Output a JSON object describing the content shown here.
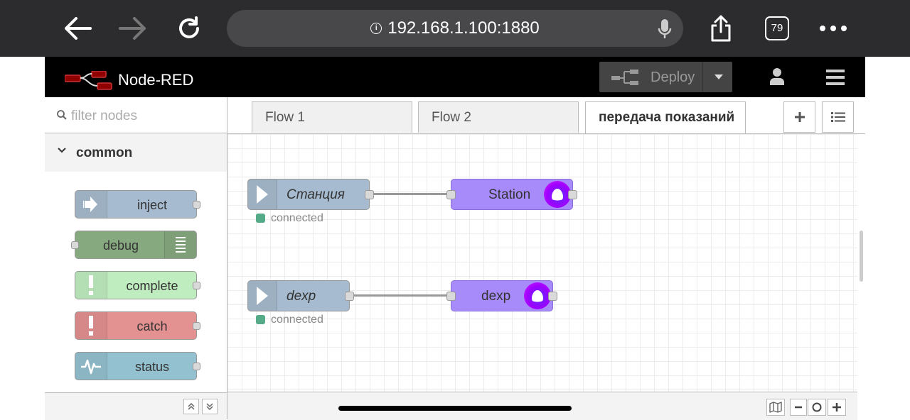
{
  "browser": {
    "url": "192.168.1.100:1880",
    "tab_count": "79"
  },
  "header": {
    "title": "Node-RED",
    "deploy_label": "Deploy"
  },
  "palette": {
    "filter_placeholder": "filter nodes",
    "category": "common",
    "nodes": [
      {
        "label": "inject",
        "color": "#a6bbcf"
      },
      {
        "label": "debug",
        "color": "#87a980"
      },
      {
        "label": "complete",
        "color": "#c0edc0"
      },
      {
        "label": "catch",
        "color": "#e49191"
      },
      {
        "label": "status",
        "color": "#94c1d0"
      }
    ]
  },
  "tabs": [
    {
      "label": "Flow 1",
      "active": false
    },
    {
      "label": "Flow 2",
      "active": false
    },
    {
      "label": "передача показаний",
      "active": true
    }
  ],
  "flow": {
    "nodes": [
      {
        "label": "Станция",
        "type": "input",
        "color": "#a6bbcf",
        "status": "connected"
      },
      {
        "label": "Station",
        "type": "alice",
        "color": "#a78bfa"
      },
      {
        "label": "dexp",
        "type": "input",
        "color": "#a6bbcf",
        "status": "connected"
      },
      {
        "label": "dexp",
        "type": "alice",
        "color": "#a78bfa"
      }
    ]
  },
  "colors": {
    "header_bg": "#000000",
    "browser_bg": "#2c2c2e",
    "status_connected": "#55aa88"
  }
}
